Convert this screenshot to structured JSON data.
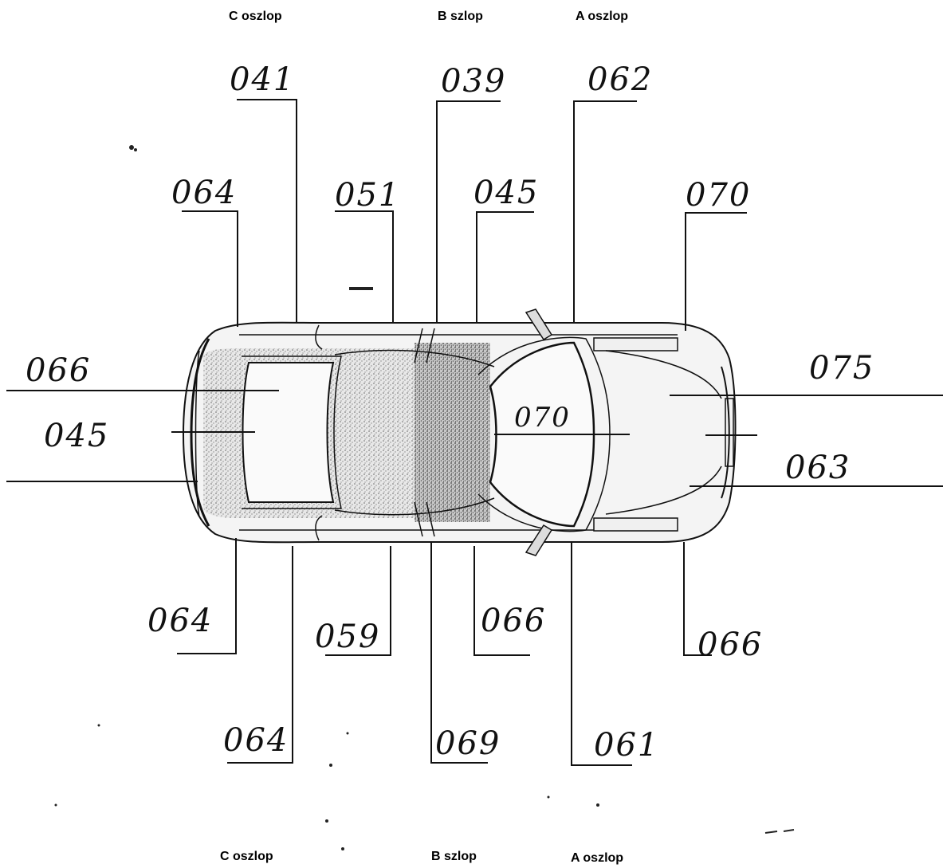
{
  "pillar_labels": {
    "top": {
      "c": "C oszlop",
      "b": "B szlop",
      "a": "A oszlop"
    },
    "bottom": {
      "c": "C oszlop",
      "b": "B szlop",
      "a": "A oszlop"
    }
  },
  "codes": {
    "top_c_pillar": "041",
    "top_b_pillar": "039",
    "top_a_pillar": "062",
    "top_rear_quarter": "064",
    "top_rear_door": "051",
    "top_front_door": "045",
    "top_front_fender": "070",
    "left_upper": "066",
    "left_middle": "045",
    "roof": "070",
    "right_upper": "075",
    "right_lower": "063",
    "bottom_rear_quarter": "064",
    "bottom_rear_door": "059",
    "bottom_front_door": "066",
    "bottom_front_fender": "066",
    "bottom_c_pillar": "064",
    "bottom_b_pillar": "069",
    "bottom_a_pillar": "061"
  }
}
